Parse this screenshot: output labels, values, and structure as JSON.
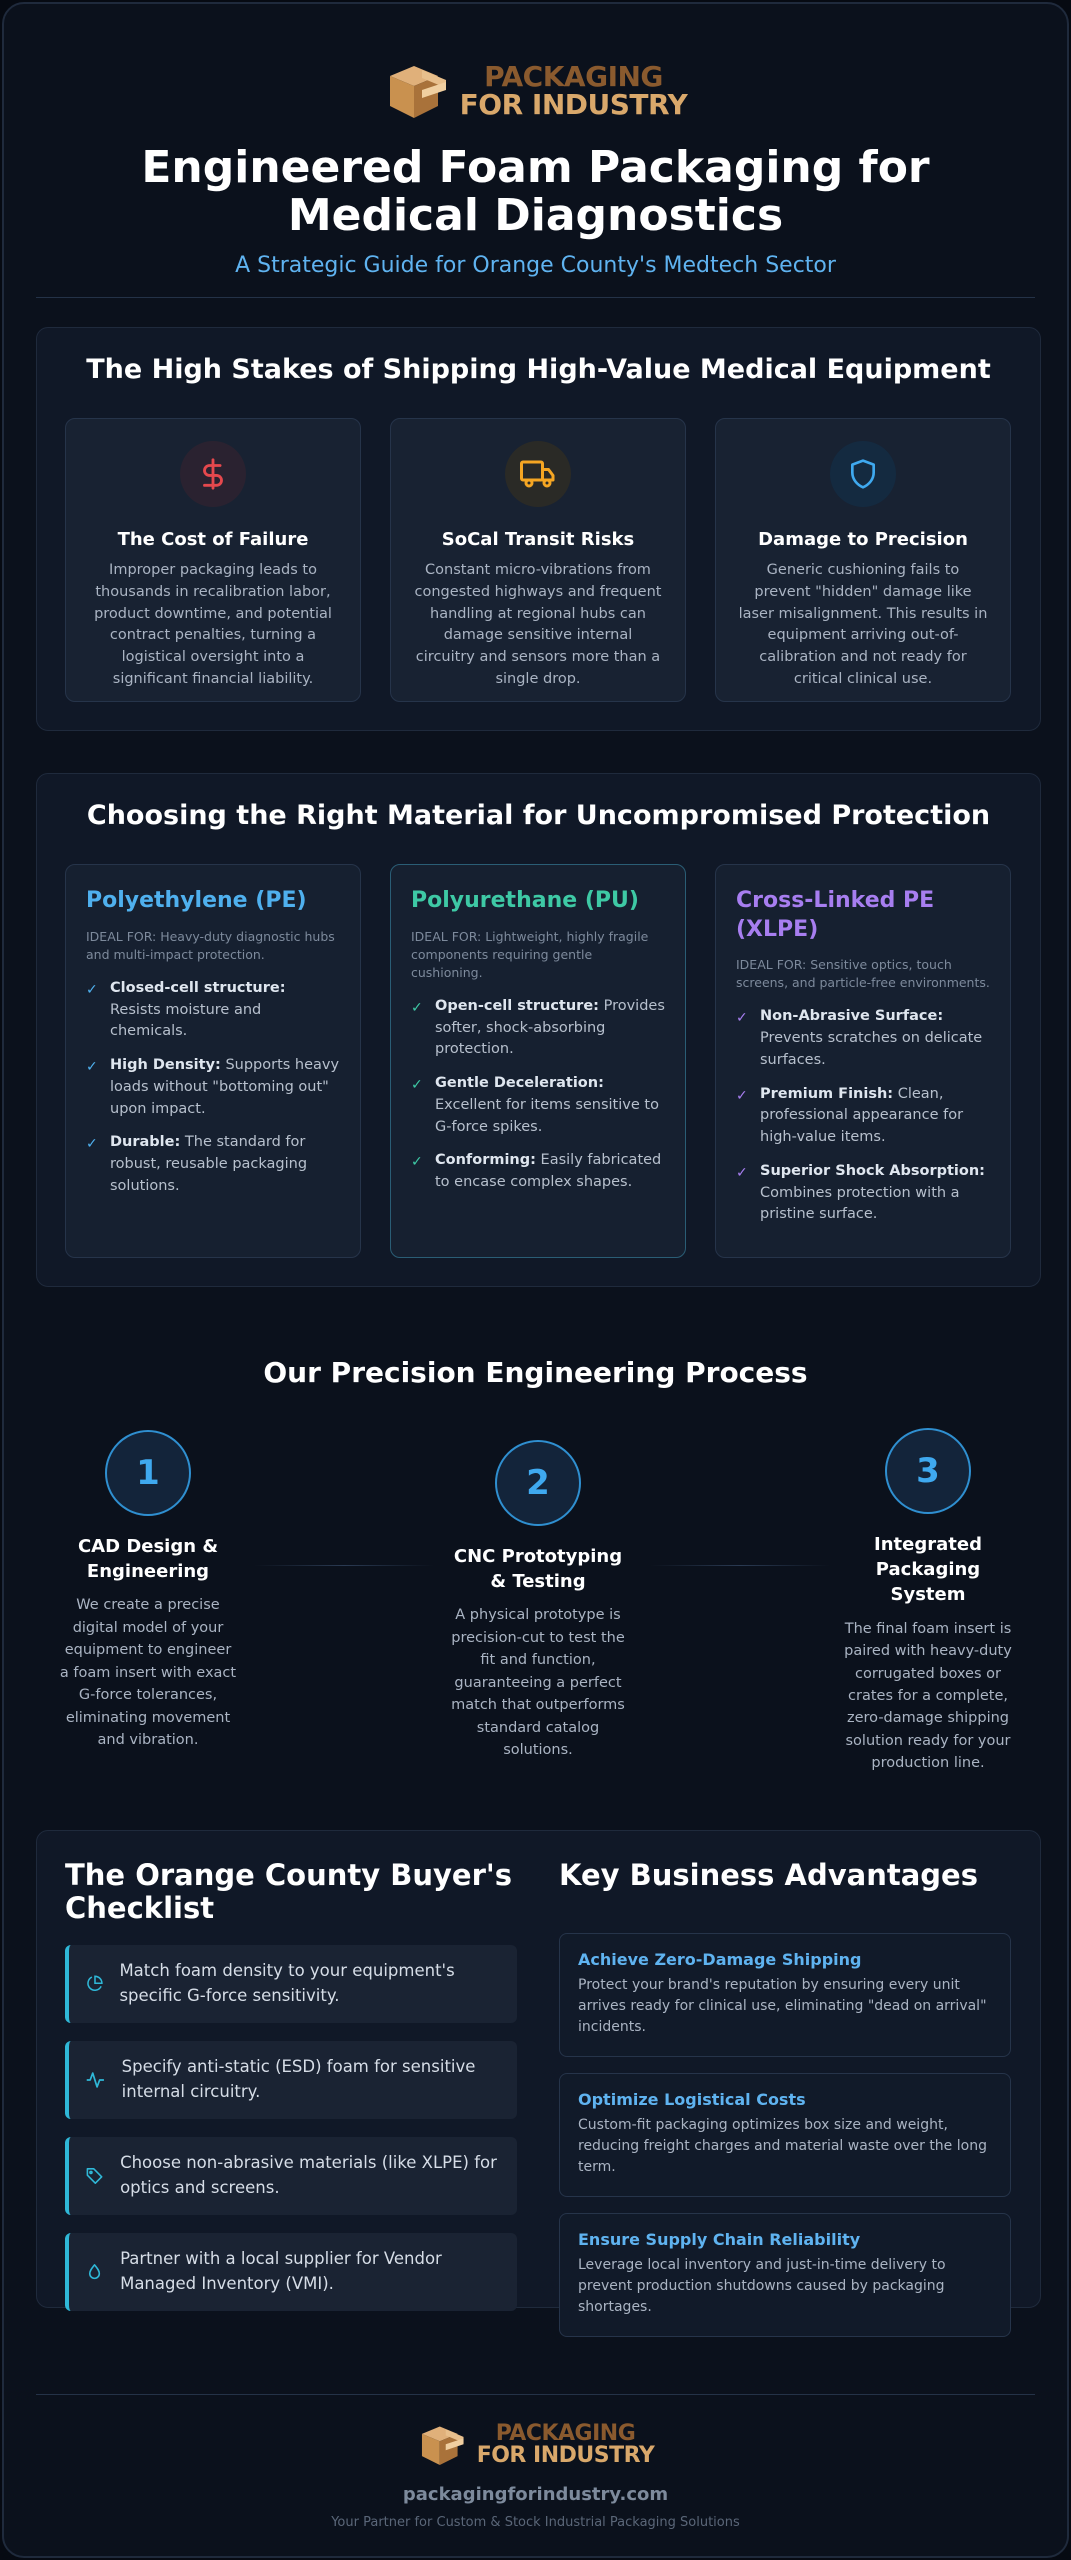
{
  "brand": {
    "line1": "PACKAGING",
    "line2": "FOR INDUSTRY"
  },
  "header": {
    "title_line1": "Engineered Foam Packaging for",
    "title_line2": "Medical Diagnostics",
    "subtitle": "A Strategic Guide for Orange County's Medtech Sector"
  },
  "stakes": {
    "title": "The High Stakes of Shipping High-Value Medical Equipment",
    "cards": [
      {
        "icon": "dollar-icon",
        "title": "The Cost of Failure",
        "text": "Improper packaging leads to thousands in recalibration labor, product downtime, and potential contract penalties, turning a logistical oversight into a significant financial liability."
      },
      {
        "icon": "truck-icon",
        "title": "SoCal Transit Risks",
        "text": "Constant micro-vibrations from congested highways and frequent handling at regional hubs can damage sensitive internal circuitry and sensors more than a single drop."
      },
      {
        "icon": "shield-icon",
        "title": "Damage to Precision",
        "text": "Generic cushioning fails to prevent \"hidden\" damage like laser misalignment. This results in equipment arriving out-of-calibration and not ready for critical clinical use."
      }
    ]
  },
  "materials": {
    "title": "Choosing the Right Material for Uncompromised Protection",
    "cards": [
      {
        "title": "Polyethylene (PE)",
        "color": "#4fb0ee",
        "ideal": "IDEAL FOR: Heavy-duty diagnostic hubs and multi-impact protection.",
        "points": [
          {
            "b": "Closed-cell structure:",
            "t": " Resists moisture and chemicals."
          },
          {
            "b": "High Density:",
            "t": " Supports heavy loads without \"bottoming out\" upon impact."
          },
          {
            "b": "Durable:",
            "t": " The standard for robust, reusable packaging solutions."
          }
        ]
      },
      {
        "title": "Polyurethane (PU)",
        "color": "#3ec9a5",
        "ideal": "IDEAL FOR: Lightweight, highly fragile components requiring gentle cushioning.",
        "points": [
          {
            "b": "Open-cell structure:",
            "t": " Provides softer, shock-absorbing protection."
          },
          {
            "b": "Gentle Deceleration:",
            "t": " Excellent for items sensitive to G-force spikes."
          },
          {
            "b": "Conforming:",
            "t": " Easily fabricated to encase complex shapes."
          }
        ]
      },
      {
        "title": "Cross-Linked PE (XLPE)",
        "color": "#a77ef0",
        "ideal": "IDEAL FOR: Sensitive optics, touch screens, and particle-free environments.",
        "points": [
          {
            "b": "Non-Abrasive Surface:",
            "t": " Prevents scratches on delicate surfaces."
          },
          {
            "b": "Premium Finish:",
            "t": " Clean, professional appearance for high-value items."
          },
          {
            "b": "Superior Shock Absorption:",
            "t": " Combines protection with a pristine surface."
          }
        ]
      }
    ]
  },
  "process": {
    "title": "Our Precision Engineering Process",
    "steps": [
      {
        "num": "1",
        "title": "CAD Design & Engineering",
        "text": "We create a precise digital model of your equipment to engineer a foam insert with exact G-force tolerances, eliminating movement and vibration."
      },
      {
        "num": "2",
        "title": "CNC Prototyping & Testing",
        "text": "A physical prototype is precision-cut to test the fit and function, guaranteeing a perfect match that outperforms standard catalog solutions."
      },
      {
        "num": "3",
        "title": "Integrated Packaging System",
        "text": "The final foam insert is paired with heavy-duty corrugated boxes or crates for a complete, zero-damage shipping solution ready for your production line."
      }
    ]
  },
  "checklist": {
    "title": "The Orange County Buyer's Checklist",
    "items": [
      {
        "icon": "pie-chart-icon",
        "text": "Match foam density to your equipment's specific G-force sensitivity."
      },
      {
        "icon": "pulse-icon",
        "text": "Specify anti-static (ESD) foam for sensitive internal circuitry."
      },
      {
        "icon": "tag-icon",
        "text": "Choose non-abrasive materials (like XLPE) for optics and screens."
      },
      {
        "icon": "droplet-icon",
        "text": "Partner with a local supplier for Vendor Managed Inventory (VMI)."
      }
    ]
  },
  "advantages": {
    "title": "Key Business Advantages",
    "items": [
      {
        "title": "Achieve Zero-Damage Shipping",
        "text": "Protect your brand's reputation by ensuring every unit arrives ready for clinical use, eliminating \"dead on arrival\" incidents."
      },
      {
        "title": "Optimize Logistical Costs",
        "text": "Custom-fit packaging optimizes box size and weight, reducing freight charges and material waste over the long term."
      },
      {
        "title": "Ensure Supply Chain Reliability",
        "text": "Leverage local inventory and just-in-time delivery to prevent production shutdowns caused by packaging shortages."
      }
    ]
  },
  "footer": {
    "url": "packagingforindustry.com",
    "tagline": "Your Partner for Custom & Stock Industrial Packaging Solutions"
  },
  "colors": {
    "accent": "#5fb3f0",
    "cyan": "#2fb8d8",
    "brand_dark": "#8a5a2e",
    "brand_light": "#d9a86b"
  }
}
